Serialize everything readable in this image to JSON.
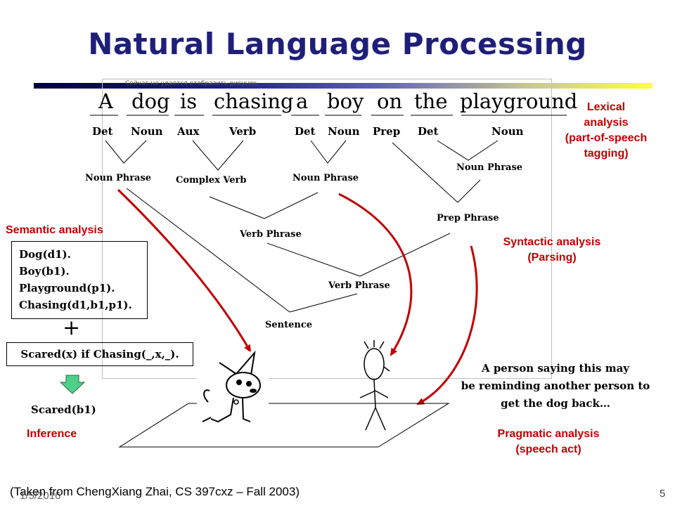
{
  "title": "Natural Language Processing",
  "image_note": "Сейчас не удается отобразить рисунок.",
  "words": [
    "A",
    "dog",
    "is",
    "chasing",
    "a",
    "boy",
    "on",
    "the",
    "playground"
  ],
  "tags": [
    "Det",
    "Noun",
    "Aux",
    "Verb",
    "Det",
    "Noun",
    "Prep",
    "Det",
    "Noun"
  ],
  "nodes": {
    "np1": "Noun Phrase",
    "complex_verb": "Complex Verb",
    "np2": "Noun Phrase",
    "np3": "Noun Phrase",
    "prep_phrase": "Prep Phrase",
    "vp1": "Verb Phrase",
    "vp2": "Verb Phrase",
    "sentence": "Sentence"
  },
  "labels": {
    "lexical": [
      "Lexical",
      "analysis",
      "(part-of-speech",
      "tagging)"
    ],
    "syntactic": [
      "Syntactic analysis",
      "(Parsing)"
    ],
    "semantic": "Semantic analysis",
    "inference": "Inference",
    "pragmatic": [
      "Pragmatic analysis",
      "(speech act)"
    ]
  },
  "semantic_facts": [
    "Dog(d1).",
    "Boy(b1).",
    "Playground(p1).",
    "Chasing(d1,b1,p1)."
  ],
  "plus": "+",
  "rule": "Scared(x) if Chasing(_,x,_).",
  "conclusion": "Scared(b1)",
  "pragmatic_text": [
    "A person saying this may",
    "be reminding another person to",
    "get the dog back…"
  ],
  "footer": "(Taken from ChengXiang Zhai, CS 397cxz – Fall 2003)",
  "date": "1/5/2016",
  "page_number": "5",
  "colors": {
    "title": "#1f1f7a",
    "analysis_labels": "#c00000",
    "arrows": "#c00000",
    "inference_arrow": "#4fd08a"
  }
}
